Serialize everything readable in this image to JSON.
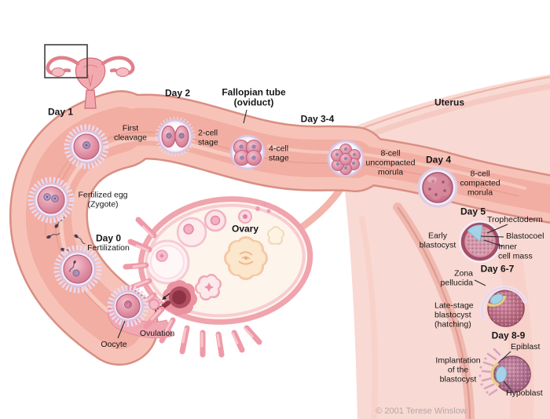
{
  "figure": {
    "type": "medical-illustration",
    "subject": "Human embryo development from ovulation to implantation",
    "copyright": "© 2001 Terese Winslow"
  },
  "labels": {
    "day1": "Day 1",
    "first_cleavage": "First\ncleavage",
    "day2": "Day 2",
    "fallopian_tube": "Fallopian tube\n(oviduct)",
    "day3_4": "Day 3-4",
    "uterus": "Uterus",
    "two_cell": "2-cell\nstage",
    "four_cell": "4-cell\nstage",
    "eight_cell_uncompacted": "8-cell\nuncompacted\nmorula",
    "day4": "Day 4",
    "eight_cell_compacted": "8-cell\ncompacted\nmorula",
    "day5": "Day 5",
    "trophectoderm": "Trophectoderm",
    "blastocoel": "Blastocoel",
    "inner_cell_mass": "Inner\ncell mass",
    "early_blastocyst": "Early\nblastocyst",
    "day6_7": "Day 6-7",
    "zona_pellucida": "Zona\npellucida",
    "late_blastocyst": "Late-stage\nblastocyst\n(hatching)",
    "day8_9": "Day 8-9",
    "epiblast": "Epiblast",
    "hypoblast": "Hypoblast",
    "implantation": "Implantation\nof the\nblastocyst",
    "fertilized_egg": "Fertilized egg\n(Zygote)",
    "day0": "Day 0",
    "fertilization": "Fertilization",
    "ovary": "Ovary",
    "oocyte": "Oocyte",
    "ovulation": "Ovulation"
  },
  "colors": {
    "tube_wall": "#f7c3b8",
    "tube_lumen": "#f2aea2",
    "uterus_mass": "#f9d9d3",
    "zona_ring": "#d9c4e2",
    "cell_pink": "#e094a8",
    "blastocoel_blue": "#a6d2e8",
    "hypoblast_yellow": "#e7cf82",
    "fimbriae_pink": "#ee9aa8",
    "label_text": "#161616",
    "copyright_text": "#b3a7a7"
  }
}
